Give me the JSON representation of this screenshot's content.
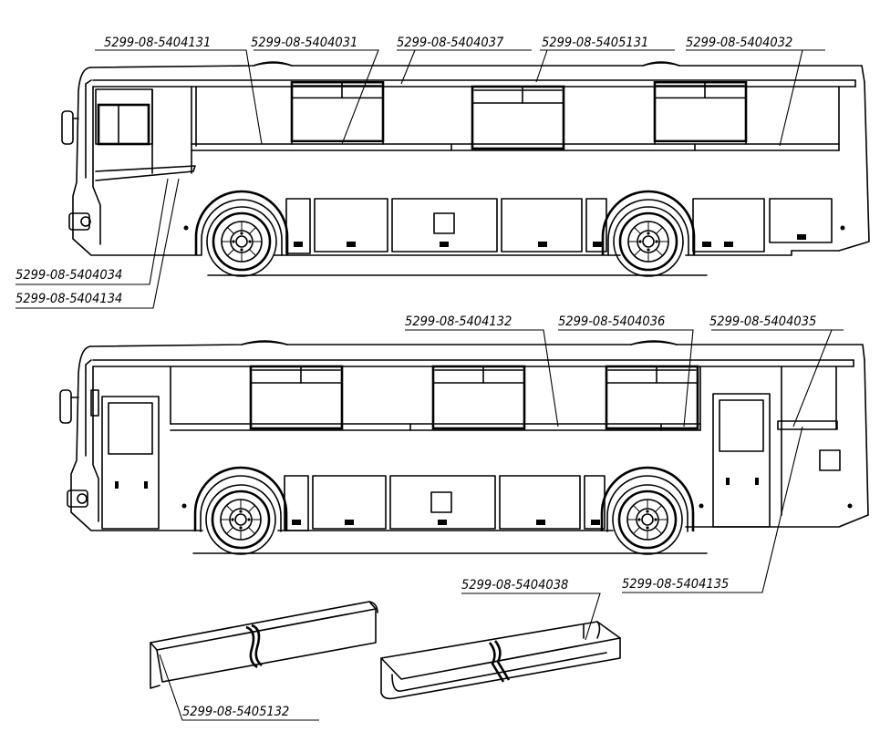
{
  "top_view": {
    "labels": [
      "5299-08-5404131",
      "5299-08-5404031",
      "5299-08-5404037",
      "5299-08-5405131",
      "5299-08-5404032",
      "5299-08-5404034",
      "5299-08-5404134"
    ]
  },
  "bottom_view": {
    "labels": [
      "5299-08-5404132",
      "5299-08-5404036",
      "5299-08-5404035",
      "5299-08-5404135"
    ]
  },
  "details": {
    "labels": [
      "5299-08-5404038",
      "5299-08-5405132"
    ]
  }
}
